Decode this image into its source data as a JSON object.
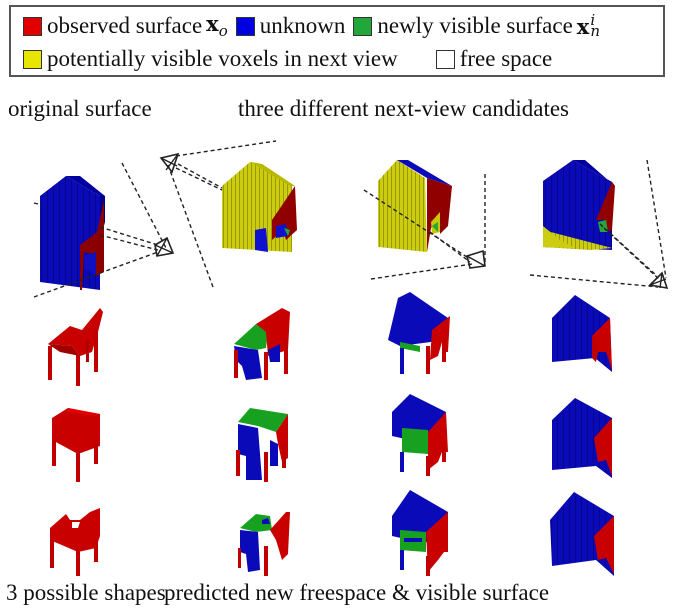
{
  "legend": {
    "items": [
      {
        "label": "observed surface",
        "math": "x",
        "sub": "o",
        "sup": "",
        "color": "#e00000"
      },
      {
        "label": "unknown",
        "math": "",
        "sub": "",
        "sup": "",
        "color": "#0000e0"
      },
      {
        "label": "newly visible surface",
        "math": "x",
        "sub": "n",
        "sup": "i",
        "color": "#22a83a"
      },
      {
        "label": "potentially visible voxels in next view",
        "math": "",
        "sub": "",
        "sup": "",
        "color": "#e6e600"
      },
      {
        "label": "free space",
        "math": "",
        "sub": "",
        "sup": "",
        "color": "#ffffff"
      }
    ]
  },
  "captions": {
    "top_left": "original surface",
    "top_right": "three different next-view candidates",
    "bottom_left": "3 possible shapes",
    "bottom_right": "predicted new freespace & visible surface"
  },
  "colors": {
    "observed": "#c80000",
    "observed_dark": "#8a0000",
    "unknown": "#0a0ab8",
    "unknown_dark": "#00008a",
    "newly_visible": "#18a020",
    "potential": "#cccc10",
    "potential_dark": "#a8a800"
  },
  "rows": [
    {
      "name": "view-candidates",
      "cells": [
        "original-surface",
        "candidate-1",
        "candidate-2",
        "candidate-3"
      ]
    },
    {
      "name": "shape-1",
      "cells": [
        "chair-observed",
        "prediction-view-1",
        "prediction-view-2",
        "prediction-view-3"
      ]
    },
    {
      "name": "shape-2",
      "cells": [
        "chair-observed",
        "prediction-view-1",
        "prediction-view-2",
        "prediction-view-3"
      ]
    },
    {
      "name": "shape-3",
      "cells": [
        "chair-observed",
        "prediction-view-1",
        "prediction-view-2",
        "prediction-view-3"
      ]
    }
  ]
}
